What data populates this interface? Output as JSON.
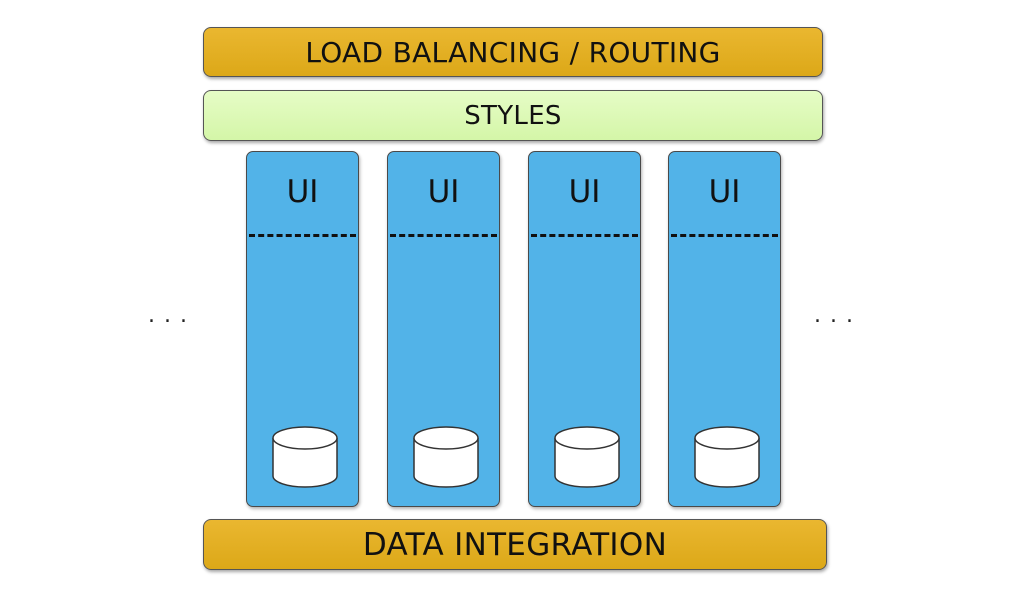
{
  "bars": {
    "top": "LOAD BALANCING / ROUTING",
    "styles": "STYLES",
    "bottom": "DATA INTEGRATION"
  },
  "columns": [
    {
      "label": "UI",
      "icon": "database-icon"
    },
    {
      "label": "UI",
      "icon": "database-icon"
    },
    {
      "label": "UI",
      "icon": "database-icon"
    },
    {
      "label": "UI",
      "icon": "database-icon"
    }
  ],
  "ellipsis": {
    "left": "...",
    "right": "..."
  },
  "colors": {
    "gold_bar": "#e3b026",
    "green_bar": "#dbf9b6",
    "column_blue": "#52b3e8",
    "outline": "#555555"
  }
}
